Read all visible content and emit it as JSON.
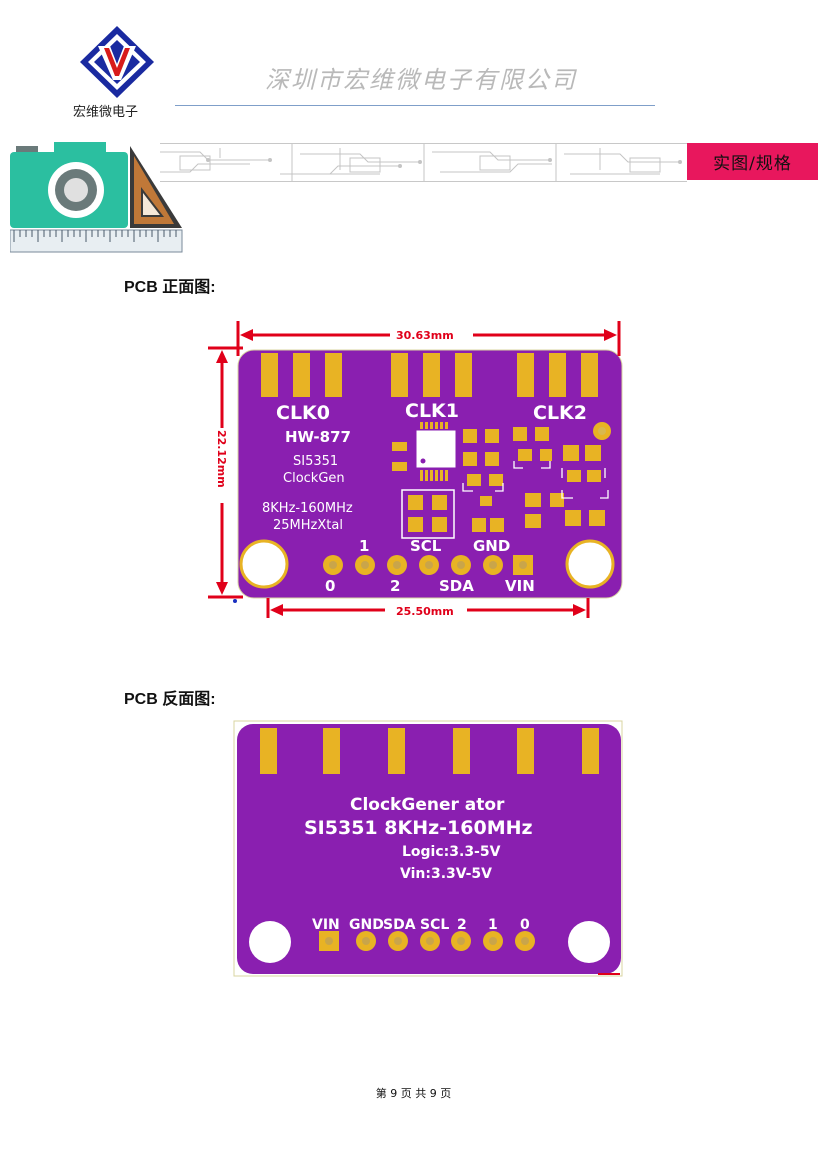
{
  "header": {
    "logo_text": "宏维微电子",
    "company_name": "深圳市宏维微电子有限公司",
    "tag_label": "实图/规格"
  },
  "sections": [
    {
      "title": "PCB 正面图:"
    },
    {
      "title": "PCB 反面图:"
    }
  ],
  "front_pcb": {
    "dim_width": "30.63mm",
    "dim_height": "22.12mm",
    "dim_holes": "25.50mm",
    "clk0": "CLK0",
    "clk1": "CLK1",
    "clk2": "CLK2",
    "model": "HW-877",
    "chip": "SI5351",
    "name": "ClockGen",
    "freq": "8KHz-160MHz",
    "xtal": "25MHzXtal",
    "pin_top": [
      "1",
      "SCL",
      "GND"
    ],
    "pin_bottom": [
      "0",
      "2",
      "SDA",
      "VIN"
    ]
  },
  "back_pcb": {
    "line1": "ClockGener ator",
    "line2": "SI5351 8KHz-160MHz",
    "line3": "Logic:3.3-5V",
    "line4": "Vin:3.3V-5V",
    "pins": [
      "VIN",
      "GND",
      "SDA",
      "SCL",
      "2",
      "1",
      "0"
    ]
  },
  "colors": {
    "pcb_purple": "#8a1fb0",
    "pad_gold": "#e8b324",
    "dimension_red": "#e0001a",
    "tag_pink": "#e8175d"
  },
  "footer": {
    "page_text": "第 9 页 共 9 页"
  }
}
